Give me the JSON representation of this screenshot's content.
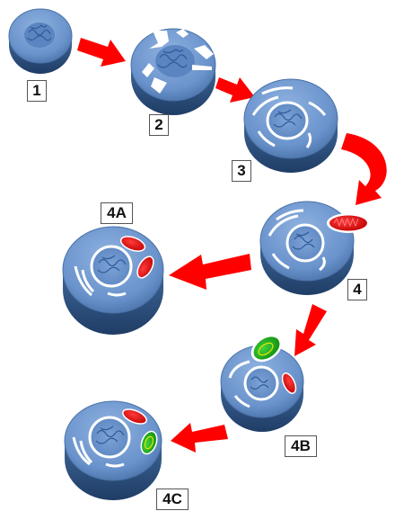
{
  "labels": {
    "s1": "1",
    "s2": "2",
    "s3": "3",
    "s4": "4",
    "s4a": "4A",
    "s4b": "4B",
    "s4c": "4C"
  },
  "colors": {
    "cell": "#6a93cc",
    "cell_edge": "#2e5380",
    "arrow": "#ff0000",
    "membrane": "#ffffff",
    "mitochondrion": "#e00000",
    "chloroplast": "#20a020"
  }
}
